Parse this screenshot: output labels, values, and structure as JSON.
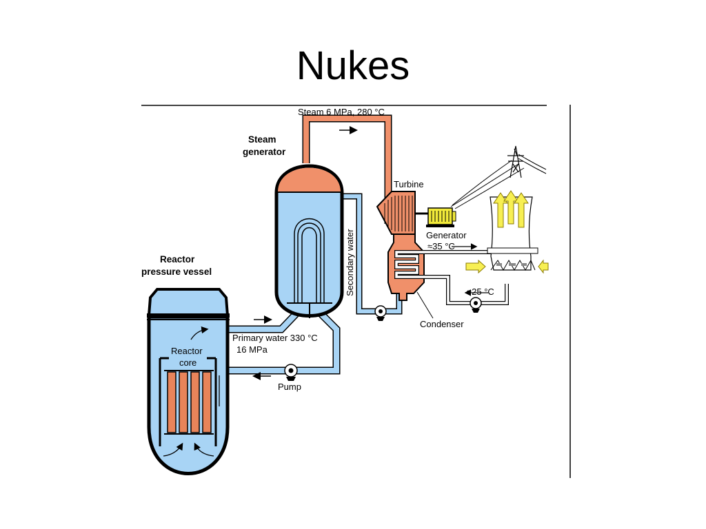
{
  "slide": {
    "title": "Nukes"
  },
  "diagram": {
    "labels": {
      "steam": "Steam 6 MPa, 280 °C",
      "steam_generator_line1": "Steam",
      "steam_generator_line2": "generator",
      "turbine": "Turbine",
      "generator": "Generator",
      "temp_35": "≈35 °C",
      "temp_25": "≈25 °C",
      "secondary_water": "Secondary water",
      "condenser": "Condenser",
      "reactor_vessel_line1": "Reactor",
      "reactor_vessel_line2": "pressure vessel",
      "reactor_core_line1": "Reactor",
      "reactor_core_line2": "core",
      "primary_water_line1": "Primary water 330 °C",
      "primary_water_line2": "16 MPa",
      "pump": "Pump"
    },
    "colors": {
      "water": "#a8d4f5",
      "steam": "#f0906a",
      "fuel": "#e8845a",
      "generator_body": "#f2ea3a",
      "cooling_arrows": "#f7ef52"
    },
    "icons": [
      "power-pylon-icon",
      "cooling-tower-icon",
      "pump-icon",
      "generator-icon"
    ]
  }
}
